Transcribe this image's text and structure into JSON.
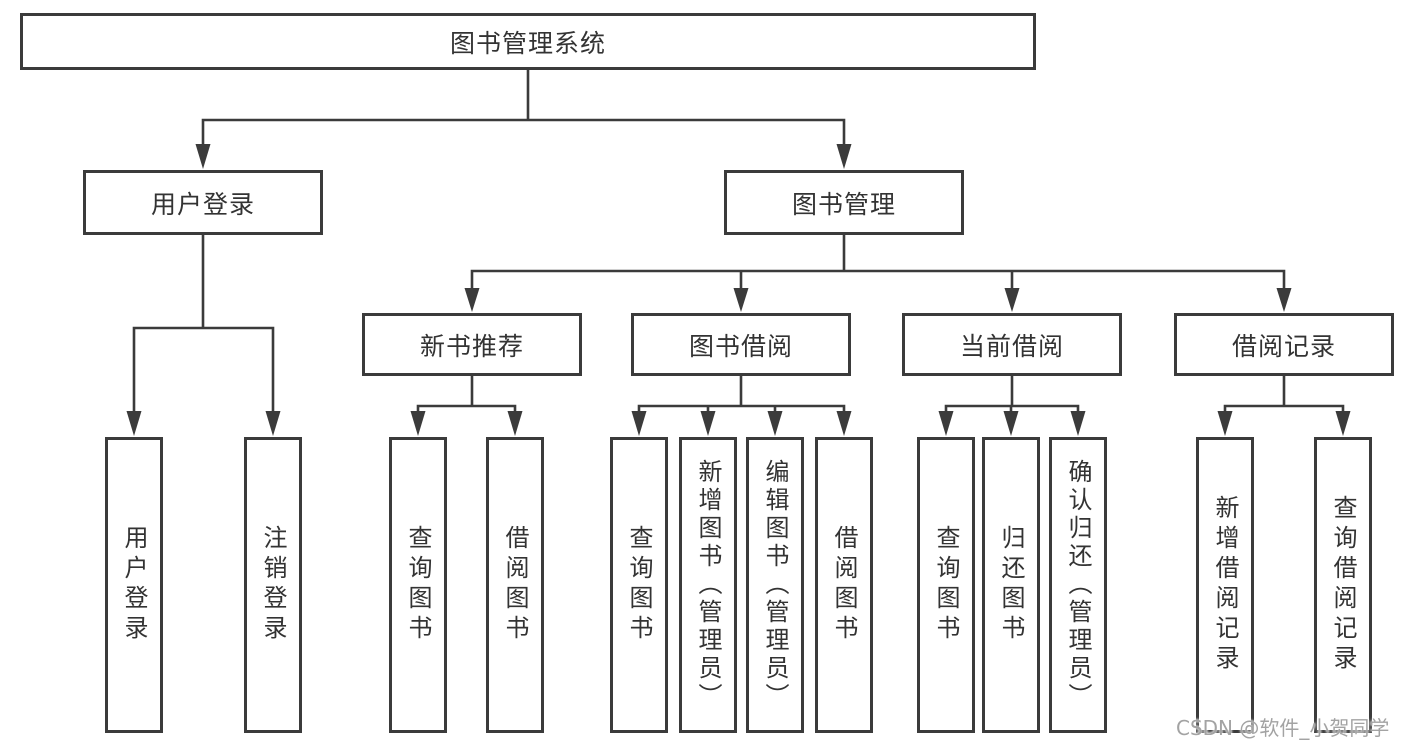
{
  "watermark": "CSDN @软件_小贺同学",
  "colors": {
    "line": "#3b3b3b",
    "text": "#333333",
    "background": "#ffffff",
    "watermark_text": "#a3a3a3"
  },
  "tree": {
    "root": {
      "label": "图书管理系统",
      "children": [
        {
          "label": "用户登录",
          "children": [
            {
              "label": "用户登录"
            },
            {
              "label": "注销登录"
            }
          ]
        },
        {
          "label": "图书管理",
          "children": [
            {
              "label": "新书推荐",
              "children": [
                {
                  "label": "查询图书"
                },
                {
                  "label": "借阅图书"
                }
              ]
            },
            {
              "label": "图书借阅",
              "children": [
                {
                  "label": "查询图书"
                },
                {
                  "label": "新增图书（管理员）"
                },
                {
                  "label": "编辑图书（管理员）"
                },
                {
                  "label": "借阅图书"
                }
              ]
            },
            {
              "label": "当前借阅",
              "children": [
                {
                  "label": "查询图书"
                },
                {
                  "label": "归还图书"
                },
                {
                  "label": "确认归还（管理员）"
                }
              ]
            },
            {
              "label": "借阅记录",
              "children": [
                {
                  "label": "新增借阅记录"
                },
                {
                  "label": "查询借阅记录"
                }
              ]
            }
          ]
        }
      ]
    }
  }
}
